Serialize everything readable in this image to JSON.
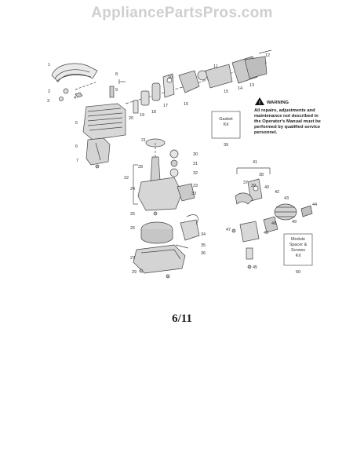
{
  "watermark": "AppliancePartsPros.com",
  "page_number": "6/11",
  "warning": {
    "title": "WARNING",
    "lines": [
      "All repairs, adjustments and",
      "maintenance not described in",
      "the Operator's Manual must be",
      "performed by qualified service",
      "personnel."
    ]
  },
  "kits": {
    "gasket": {
      "lines": [
        "Gasket",
        "Kit"
      ],
      "ref": "39"
    },
    "module": {
      "lines": [
        "Module",
        "Spacer &",
        "Screws",
        "Kit"
      ],
      "ref": "50"
    }
  },
  "callouts": {
    "c1": "1",
    "c2": "2",
    "c3": "3",
    "c4": "4",
    "c5": "5",
    "c6": "6",
    "c7": "7",
    "c8": "8",
    "c9": "9",
    "c10": "10",
    "c11": "11",
    "c12": "12",
    "c13": "13",
    "c14": "14",
    "c15": "15",
    "c16": "16",
    "c17": "17",
    "c18": "18",
    "c19": "19",
    "c20": "20",
    "c21": "21",
    "c22": "22",
    "c23": "23",
    "c24": "24",
    "c25": "25",
    "c26": "26",
    "c27": "27",
    "c28": "28",
    "c29": "29",
    "c30": "30",
    "c31": "31",
    "c32": "32",
    "c33": "33",
    "c34": "34",
    "c35": "35",
    "c36": "36",
    "c37": "37",
    "c38": "38",
    "c39": "39",
    "c40": "40",
    "c41": "41",
    "c42": "42",
    "c43": "43",
    "c44": "44",
    "c45": "45",
    "c46": "46",
    "c47": "47",
    "c48": "48",
    "c49": "49"
  }
}
